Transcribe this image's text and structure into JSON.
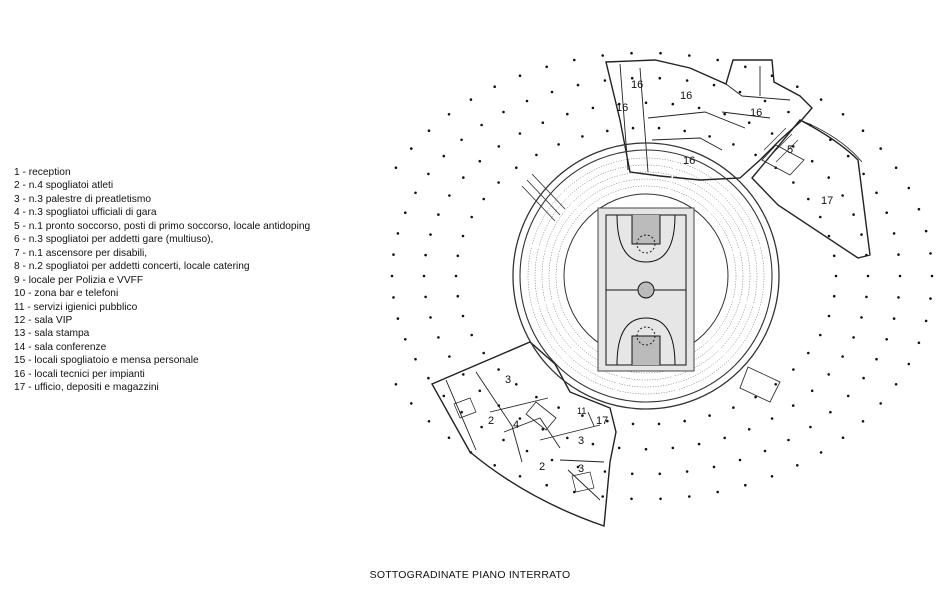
{
  "legend": {
    "items": [
      "1 - reception",
      "2 - n.4 spogliatoi atleti",
      "3 - n.3 palestre di preatletismo",
      "4 - n.3 spogliatoi ufficiali di gara",
      "5 - n.1 pronto soccorso, posti di primo soccorso, locale antidoping",
      "6 - n.3 spogliatoi per addetti gare (multiuso),",
      "7 - n.1 ascensore per disabili,",
      "8 - n.2 spogliatoi per addetti concerti, locale catering",
      "9 - locale per Polizia e VVFF",
      "10 - zona bar e telefoni",
      "11 - servizi igienici pubblico",
      "12 - sala VIP",
      "13 - sala stampa",
      "14 - sala conferenze",
      "15 - locali spogliatoio e mensa personale",
      "16 - locali tecnici per impianti",
      "17 - ufficio, depositi e magazzini"
    ]
  },
  "plan": {
    "room_labels": [
      "16",
      "16",
      "16",
      "16",
      "16",
      "5",
      "17",
      "3",
      "2",
      "4",
      "11",
      "17",
      "3",
      "2",
      "3"
    ]
  },
  "caption": "SOTTOGRADINATE PIANO INTERRATO"
}
